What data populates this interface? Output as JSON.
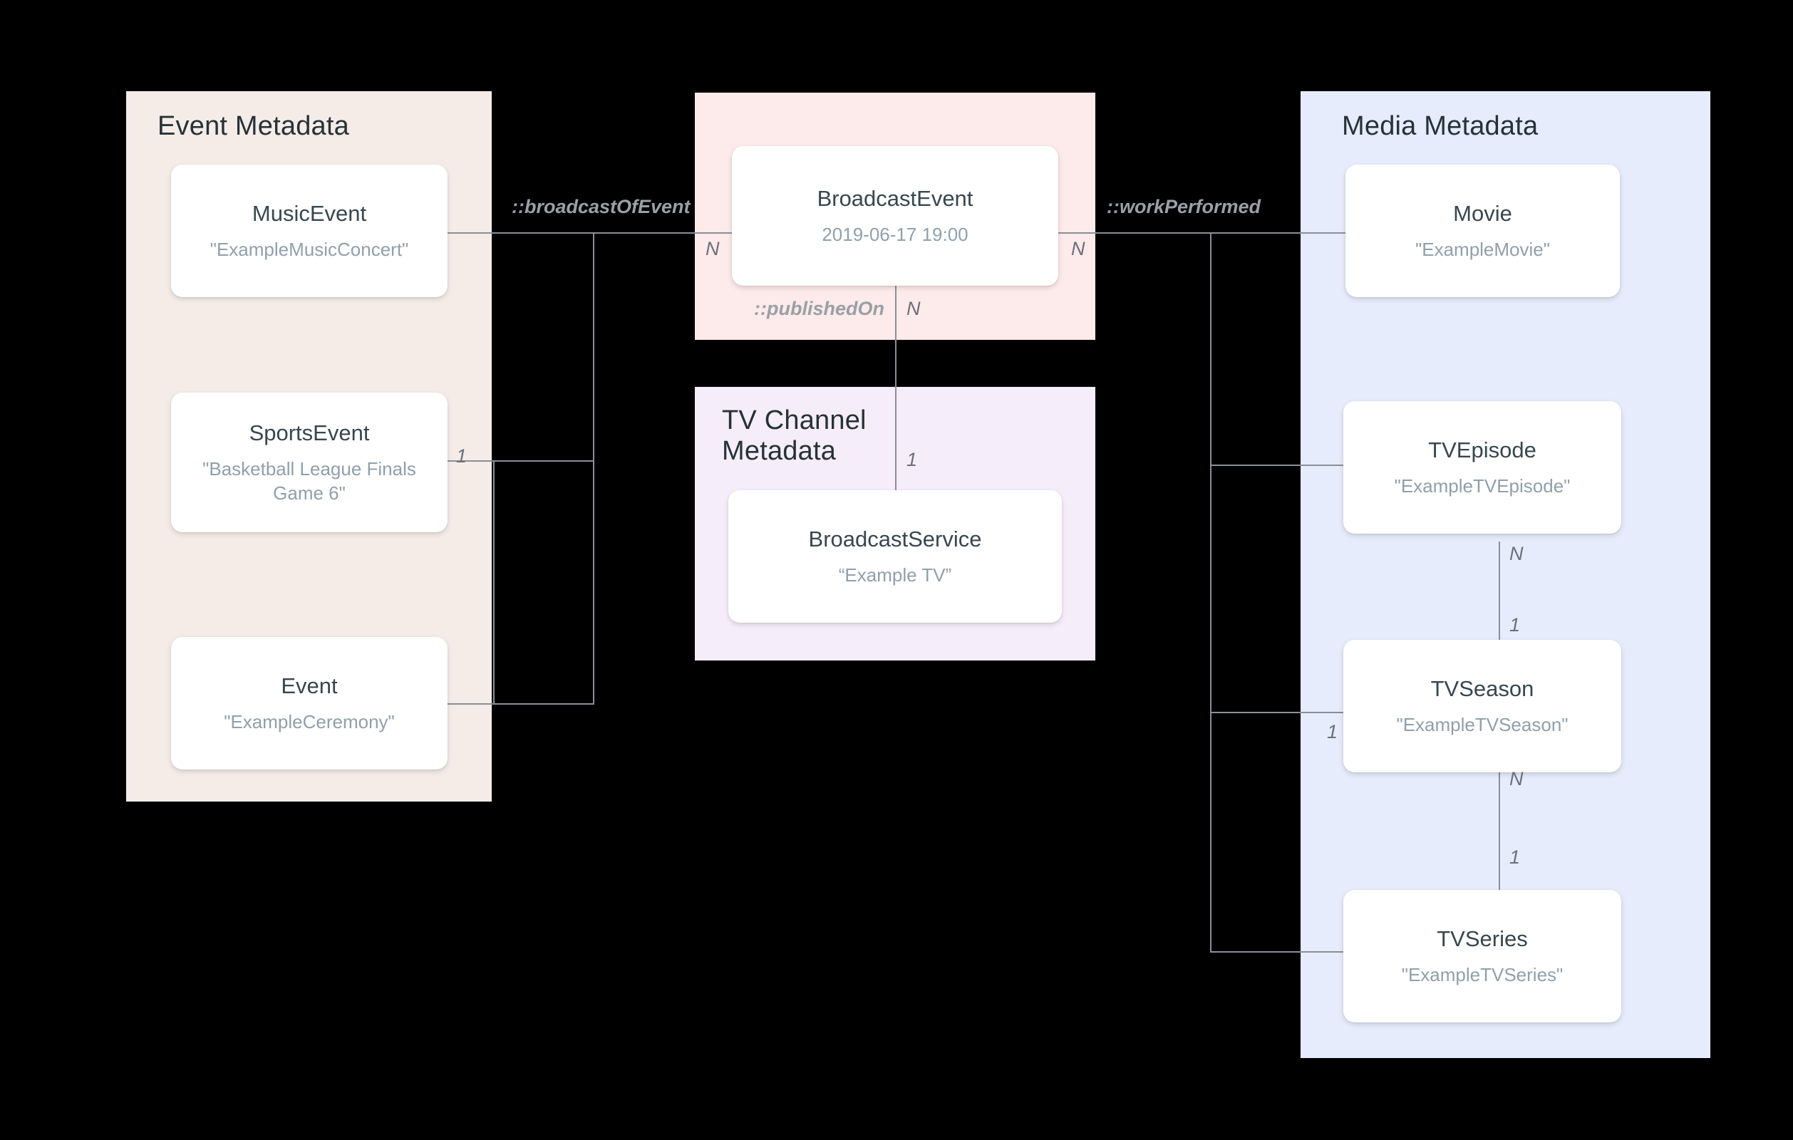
{
  "diagram": {
    "title": "Broadcast metadata entity relationship diagram",
    "background_color": "#000000",
    "line_color": "#8a8f98"
  },
  "panels": {
    "event": {
      "title": "Event Metadata",
      "color": "#f5ece7",
      "nodes": [
        {
          "type": "MusicEvent",
          "value": "\"ExampleMusicConcert\""
        },
        {
          "type": "SportsEvent",
          "value": "\"Basketball League Finals Game 6\""
        },
        {
          "type": "Event",
          "value": "\"ExampleCeremony\""
        }
      ]
    },
    "broadcast": {
      "title": "",
      "color": "#fdeaea",
      "nodes": [
        {
          "type": "BroadcastEvent",
          "value": "2019-06-17 19:00"
        }
      ]
    },
    "channel": {
      "title": "TV Channel\nMetadata",
      "color": "#f6edfb",
      "nodes": [
        {
          "type": "BroadcastService",
          "value": "“Example TV”"
        }
      ]
    },
    "media": {
      "title": "Media Metadata",
      "color": "#e6ecfb",
      "nodes": [
        {
          "type": "Movie",
          "value": "\"ExampleMovie\""
        },
        {
          "type": "TVEpisode",
          "value": "\"ExampleTVEpisode\""
        },
        {
          "type": "TVSeason",
          "value": "\"ExampleTVSeason\""
        },
        {
          "type": "TVSeries",
          "value": "\"ExampleTVSeries\""
        }
      ]
    }
  },
  "relations": {
    "broadcast_of_event": "::broadcastOfEvent",
    "work_performed": "::workPerformed",
    "published_on": "::publishedOn"
  },
  "cardinalities": {
    "broadcast_left_n": "N",
    "broadcast_right_n": "N",
    "published_on_n": "N",
    "published_on_1": "1",
    "sports_event_1": "1",
    "episode_season_n": "N",
    "episode_season_1": "1",
    "season_series_n": "N",
    "season_series_1": "1",
    "season_left_1": "1"
  }
}
